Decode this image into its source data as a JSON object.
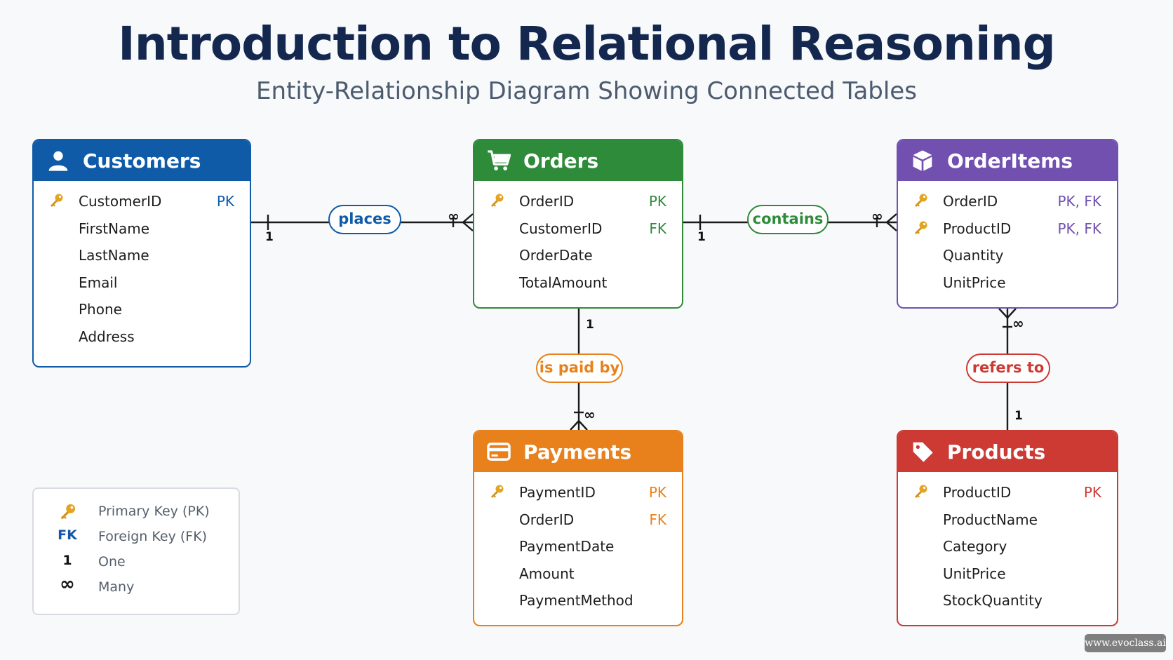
{
  "title": "Introduction to Relational Reasoning",
  "subtitle": "Entity-Relationship Diagram Showing Connected Tables",
  "colors": {
    "customers": "#0f5ba8",
    "orders": "#2e8b3a",
    "orderitems": "#7150b0",
    "payments": "#e8811c",
    "products": "#cc3a33",
    "key": "#e3a521"
  },
  "tables": {
    "customers": {
      "name": "Customers",
      "icon": "person-icon",
      "fields": [
        {
          "name": "CustomerID",
          "tag": "PK",
          "key": true
        },
        {
          "name": "FirstName",
          "tag": "",
          "key": false
        },
        {
          "name": "LastName",
          "tag": "",
          "key": false
        },
        {
          "name": "Email",
          "tag": "",
          "key": false
        },
        {
          "name": "Phone",
          "tag": "",
          "key": false
        },
        {
          "name": "Address",
          "tag": "",
          "key": false
        }
      ]
    },
    "orders": {
      "name": "Orders",
      "icon": "cart-icon",
      "fields": [
        {
          "name": "OrderID",
          "tag": "PK",
          "key": true
        },
        {
          "name": "CustomerID",
          "tag": "FK",
          "key": false
        },
        {
          "name": "OrderDate",
          "tag": "",
          "key": false
        },
        {
          "name": "TotalAmount",
          "tag": "",
          "key": false
        }
      ]
    },
    "orderitems": {
      "name": "OrderItems",
      "icon": "box-icon",
      "fields": [
        {
          "name": "OrderID",
          "tag": "PK, FK",
          "key": true
        },
        {
          "name": "ProductID",
          "tag": "PK, FK",
          "key": true
        },
        {
          "name": "Quantity",
          "tag": "",
          "key": false
        },
        {
          "name": "UnitPrice",
          "tag": "",
          "key": false
        }
      ]
    },
    "payments": {
      "name": "Payments",
      "icon": "credit-card-icon",
      "fields": [
        {
          "name": "PaymentID",
          "tag": "PK",
          "key": true
        },
        {
          "name": "OrderID",
          "tag": "FK",
          "key": false
        },
        {
          "name": "PaymentDate",
          "tag": "",
          "key": false
        },
        {
          "name": "Amount",
          "tag": "",
          "key": false
        },
        {
          "name": "PaymentMethod",
          "tag": "",
          "key": false
        }
      ]
    },
    "products": {
      "name": "Products",
      "icon": "price-tag-icon",
      "fields": [
        {
          "name": "ProductID",
          "tag": "PK",
          "key": true
        },
        {
          "name": "ProductName",
          "tag": "",
          "key": false
        },
        {
          "name": "Category",
          "tag": "",
          "key": false
        },
        {
          "name": "UnitPrice",
          "tag": "",
          "key": false
        },
        {
          "name": "StockQuantity",
          "tag": "",
          "key": false
        }
      ]
    }
  },
  "relationships": [
    {
      "from": "Customers",
      "to": "Orders",
      "label": "places",
      "from_card": "1",
      "to_card": "∞"
    },
    {
      "from": "Orders",
      "to": "OrderItems",
      "label": "contains",
      "from_card": "1",
      "to_card": "∞"
    },
    {
      "from": "Orders",
      "to": "Payments",
      "label": "is paid by",
      "from_card": "1",
      "to_card": "∞"
    },
    {
      "from": "Products",
      "to": "OrderItems",
      "label": "refers to",
      "from_card": "1",
      "to_card": "∞"
    }
  ],
  "legend": [
    {
      "symbol": "key-icon",
      "label": "Primary Key (PK)"
    },
    {
      "symbol": "FK",
      "label": "Foreign Key (FK)"
    },
    {
      "symbol": "1",
      "label": "One"
    },
    {
      "symbol": "∞",
      "label": "Many"
    }
  ],
  "watermark": "www.evoclass.ai"
}
